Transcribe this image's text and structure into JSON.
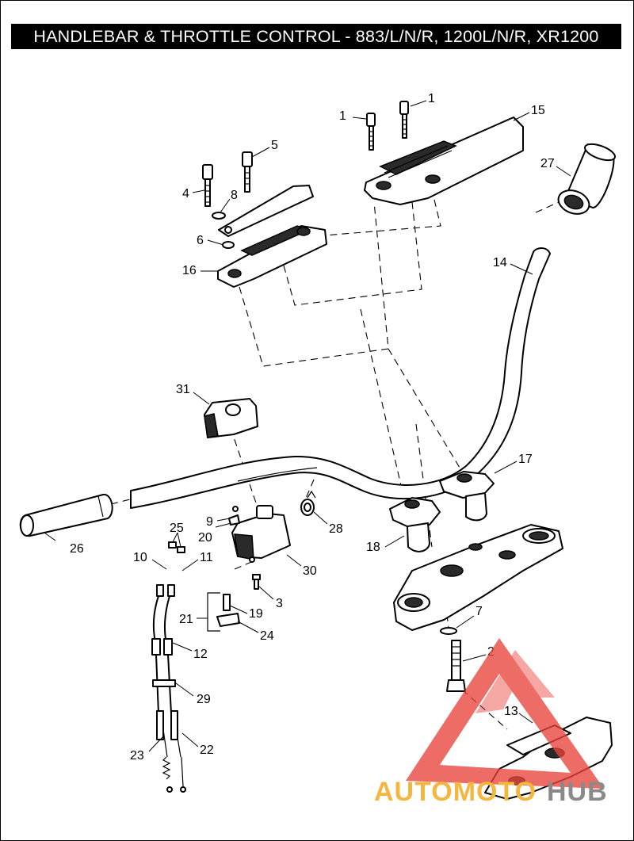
{
  "title": "HANDLEBAR & THROTTLE CONTROL - 883/L/N/R, 1200L/N/R, XR1200",
  "callouts": [
    {
      "id": "c1a",
      "label": "1"
    },
    {
      "id": "c1b",
      "label": "1"
    },
    {
      "id": "c15",
      "label": "15"
    },
    {
      "id": "c5",
      "label": "5"
    },
    {
      "id": "c4",
      "label": "4"
    },
    {
      "id": "c8",
      "label": "8"
    },
    {
      "id": "c6",
      "label": "6"
    },
    {
      "id": "c16",
      "label": "16"
    },
    {
      "id": "c27",
      "label": "27"
    },
    {
      "id": "c14",
      "label": "14"
    },
    {
      "id": "c31",
      "label": "31"
    },
    {
      "id": "c17",
      "label": "17"
    },
    {
      "id": "c9",
      "label": "9"
    },
    {
      "id": "c20",
      "label": "20"
    },
    {
      "id": "c25",
      "label": "25"
    },
    {
      "id": "c28",
      "label": "28"
    },
    {
      "id": "c18",
      "label": "18"
    },
    {
      "id": "c26",
      "label": "26"
    },
    {
      "id": "c10",
      "label": "10"
    },
    {
      "id": "c11",
      "label": "11"
    },
    {
      "id": "c30",
      "label": "30"
    },
    {
      "id": "c3",
      "label": "3"
    },
    {
      "id": "c21",
      "label": "21"
    },
    {
      "id": "c19",
      "label": "19"
    },
    {
      "id": "c24",
      "label": "24"
    },
    {
      "id": "c7",
      "label": "7"
    },
    {
      "id": "c12",
      "label": "12"
    },
    {
      "id": "c2",
      "label": "2"
    },
    {
      "id": "c29",
      "label": "29"
    },
    {
      "id": "c13",
      "label": "13"
    },
    {
      "id": "c23",
      "label": "23"
    },
    {
      "id": "c22",
      "label": "22"
    }
  ],
  "watermark": {
    "brand_part1": "AUTOMOTO",
    "brand_part2": "HUB",
    "color_part1": "#f4b63f",
    "color_part2": "#8a8a8a",
    "logo_color": "#e8453c"
  }
}
